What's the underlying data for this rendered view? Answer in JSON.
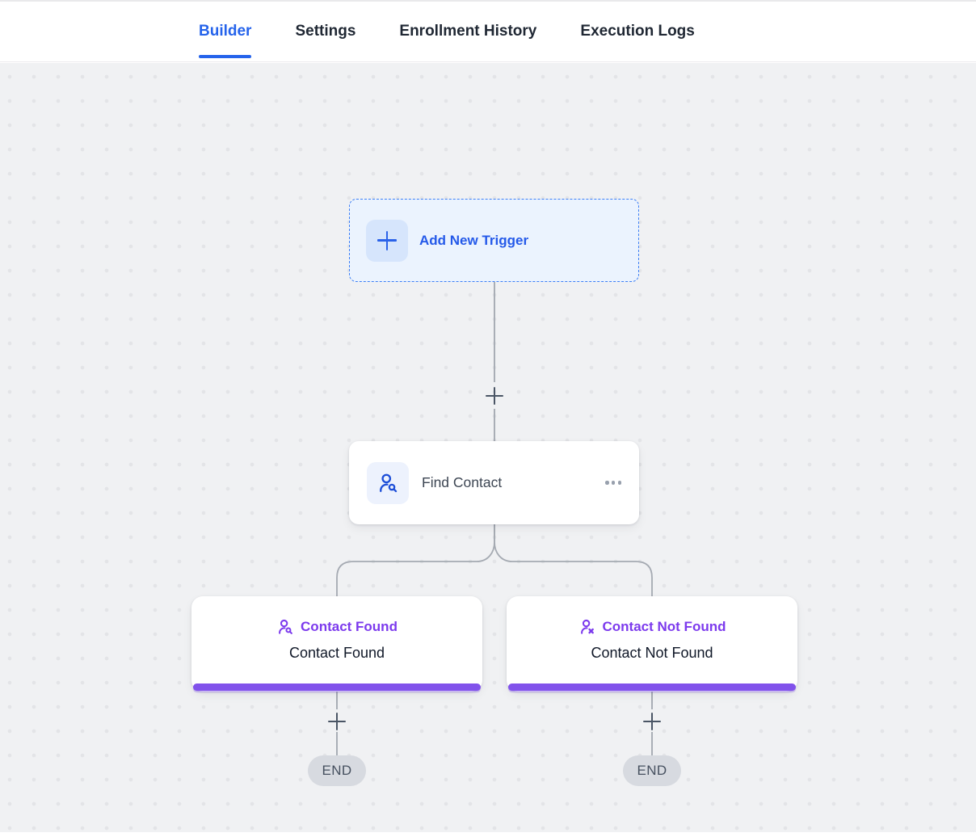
{
  "header": {
    "tabs": [
      {
        "label": "Builder",
        "active": true
      },
      {
        "label": "Settings",
        "active": false
      },
      {
        "label": "Enrollment History",
        "active": false
      },
      {
        "label": "Execution Logs",
        "active": false
      }
    ]
  },
  "canvas": {
    "trigger": {
      "label": "Add New Trigger",
      "icon": "plus-icon"
    },
    "action": {
      "label": "Find Contact",
      "icon": "user-search-icon",
      "menu_icon": "ellipsis-icon"
    },
    "branches": [
      {
        "title": "Contact Found",
        "subtitle": "Contact Found",
        "icon": "user-search-icon",
        "end_label": "END"
      },
      {
        "title": "Contact Not Found",
        "subtitle": "Contact Not Found",
        "icon": "user-x-icon",
        "end_label": "END"
      }
    ]
  },
  "colors": {
    "accent_blue": "#2563eb",
    "trigger_bg": "#ebf3fe",
    "purple": "#7c3aed",
    "purple_bar": "#8152eb",
    "canvas_bg": "#f0f1f3",
    "connector_gray": "#a9aeb6",
    "end_pill_bg": "#d7dae0"
  }
}
